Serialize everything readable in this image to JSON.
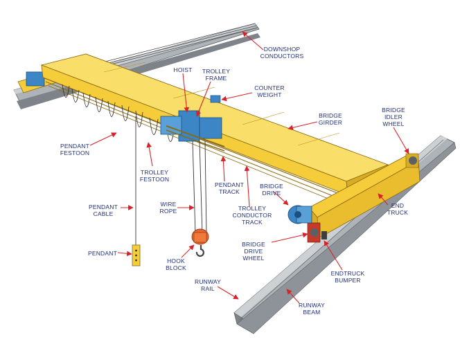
{
  "labels": {
    "downshop_conductors": "DOWNSHOP\nCONDUCTORS",
    "hoist": "HOIST",
    "trolley_frame": "TROLLEY\nFRAME",
    "counter_weight": "COUNTER\nWEIGHT",
    "bridge_idler_wheel": "BRIDGE\nIDLER\nWHEEL",
    "bridge_girder": "BRIDGE\nGIRDER",
    "pendant_festoon": "PENDANT\nFESTOON",
    "trolley_festoon": "TROLLEY\nFESTOON",
    "pendant_track": "PENDANT\nTRACK",
    "bridge_drive": "BRIDGE\nDRIVE",
    "pendant_cable": "PENDANT\nCABLE",
    "wire_rope": "WIRE\nROPE",
    "trolley_conductor_track": "TROLLEY\nCONDUCTOR\nTRACK",
    "end_truck": "END\nTRUCK",
    "bridge_drive_wheel": "BRIDGE\nDRIVE WHEEL",
    "pendant": "PENDANT",
    "hook_block": "HOOK\nBLOCK",
    "endtruck_bumper": "ENDTRUCK\nBUMPER",
    "runway_rail": "RUNWAY\nRAIL",
    "runway_beam": "RUNWAY\nBEAM"
  },
  "colors": {
    "girder_yellow": "#f5cc3a",
    "girder_top": "#f9de6a",
    "girder_shade": "#d9ac23",
    "beam_gray": "#aeb3b7",
    "beam_dark": "#7d8388",
    "beam_light": "#cdd1d4",
    "hoist_blue": "#3d86c6",
    "hook_orange": "#e8672c",
    "arrow_red": "#d8222a",
    "label_blue": "#1f2e7a"
  }
}
